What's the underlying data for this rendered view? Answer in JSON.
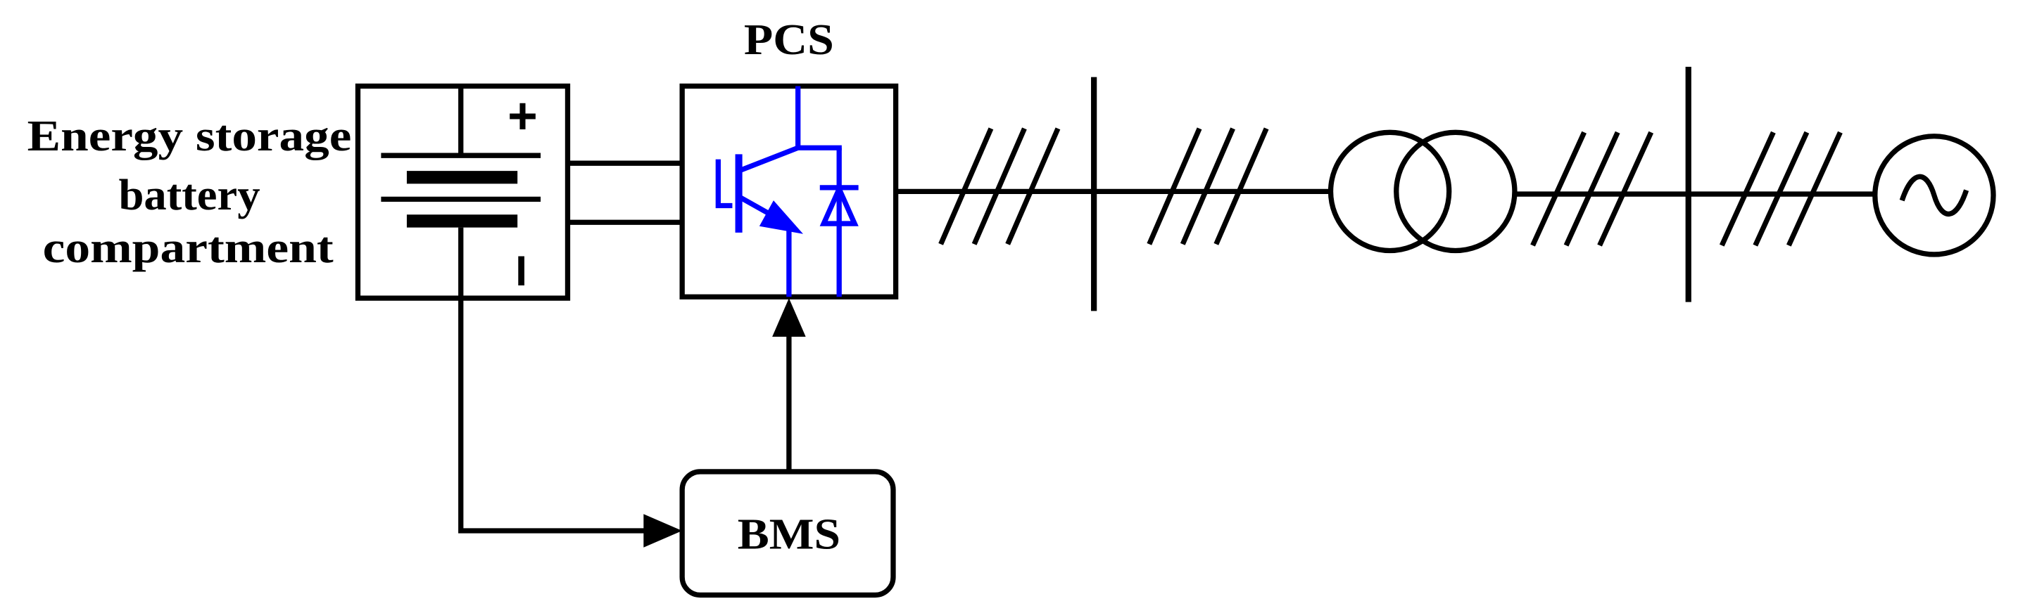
{
  "labels": {
    "pcs": "PCS",
    "bms": "BMS",
    "battery_line_1": "Energy storage",
    "battery_line_2": "battery",
    "battery_line_3": "compartment",
    "positive_terminal": "+",
    "negative_terminal": "I"
  },
  "colors": {
    "line": "#000000",
    "switch": "#0000ff",
    "background": "#ffffff"
  }
}
